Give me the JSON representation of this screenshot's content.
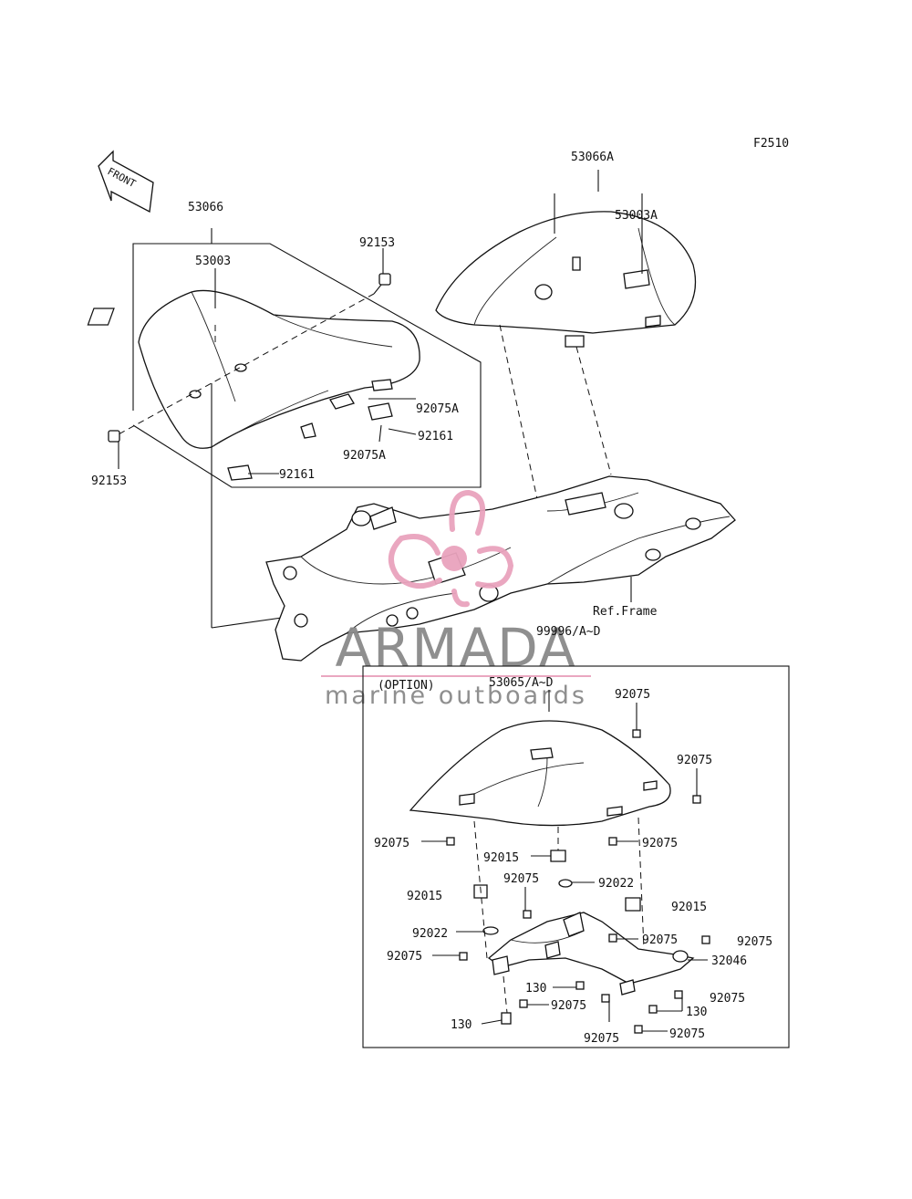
{
  "figure_code": "F2510",
  "front_label": "FRONT",
  "option_label": "(OPTION)",
  "watermark": {
    "brand": "ARMADA",
    "tagline": "marine outboards",
    "color_pink": "#e9a3bd",
    "color_gray": "#8a8a8a"
  },
  "callouts": {
    "c53066A": "53066A",
    "c53003A": "53003A",
    "c53066": "53066",
    "c53003": "53003",
    "c92153_top": "92153",
    "c92153_left": "92153",
    "c92075A_a": "92075A",
    "c92161_a": "92161",
    "c92075A_b": "92075A",
    "c92161_b": "92161",
    "ref_frame": "Ref.Frame",
    "c99996": "99996/A~D",
    "c53065": "53065/A~D",
    "o92075_1": "92075",
    "o92075_2": "92075",
    "o92075_3": "92075",
    "o92075_4": "92075",
    "o92015_1": "92015",
    "o92075_5": "92075",
    "o92022_1": "92022",
    "o92015_2": "92015",
    "o92015_3": "92015",
    "o92022_2": "92022",
    "o92075_6": "92075",
    "o92075_7": "92075",
    "o92075_8": "92075",
    "o32046": "32046",
    "o130_1": "130",
    "o92075_9": "92075",
    "o130_2": "130",
    "o92075_10": "92075",
    "o130_3": "130",
    "o92075_11": "92075",
    "o92075_12": "92075"
  }
}
